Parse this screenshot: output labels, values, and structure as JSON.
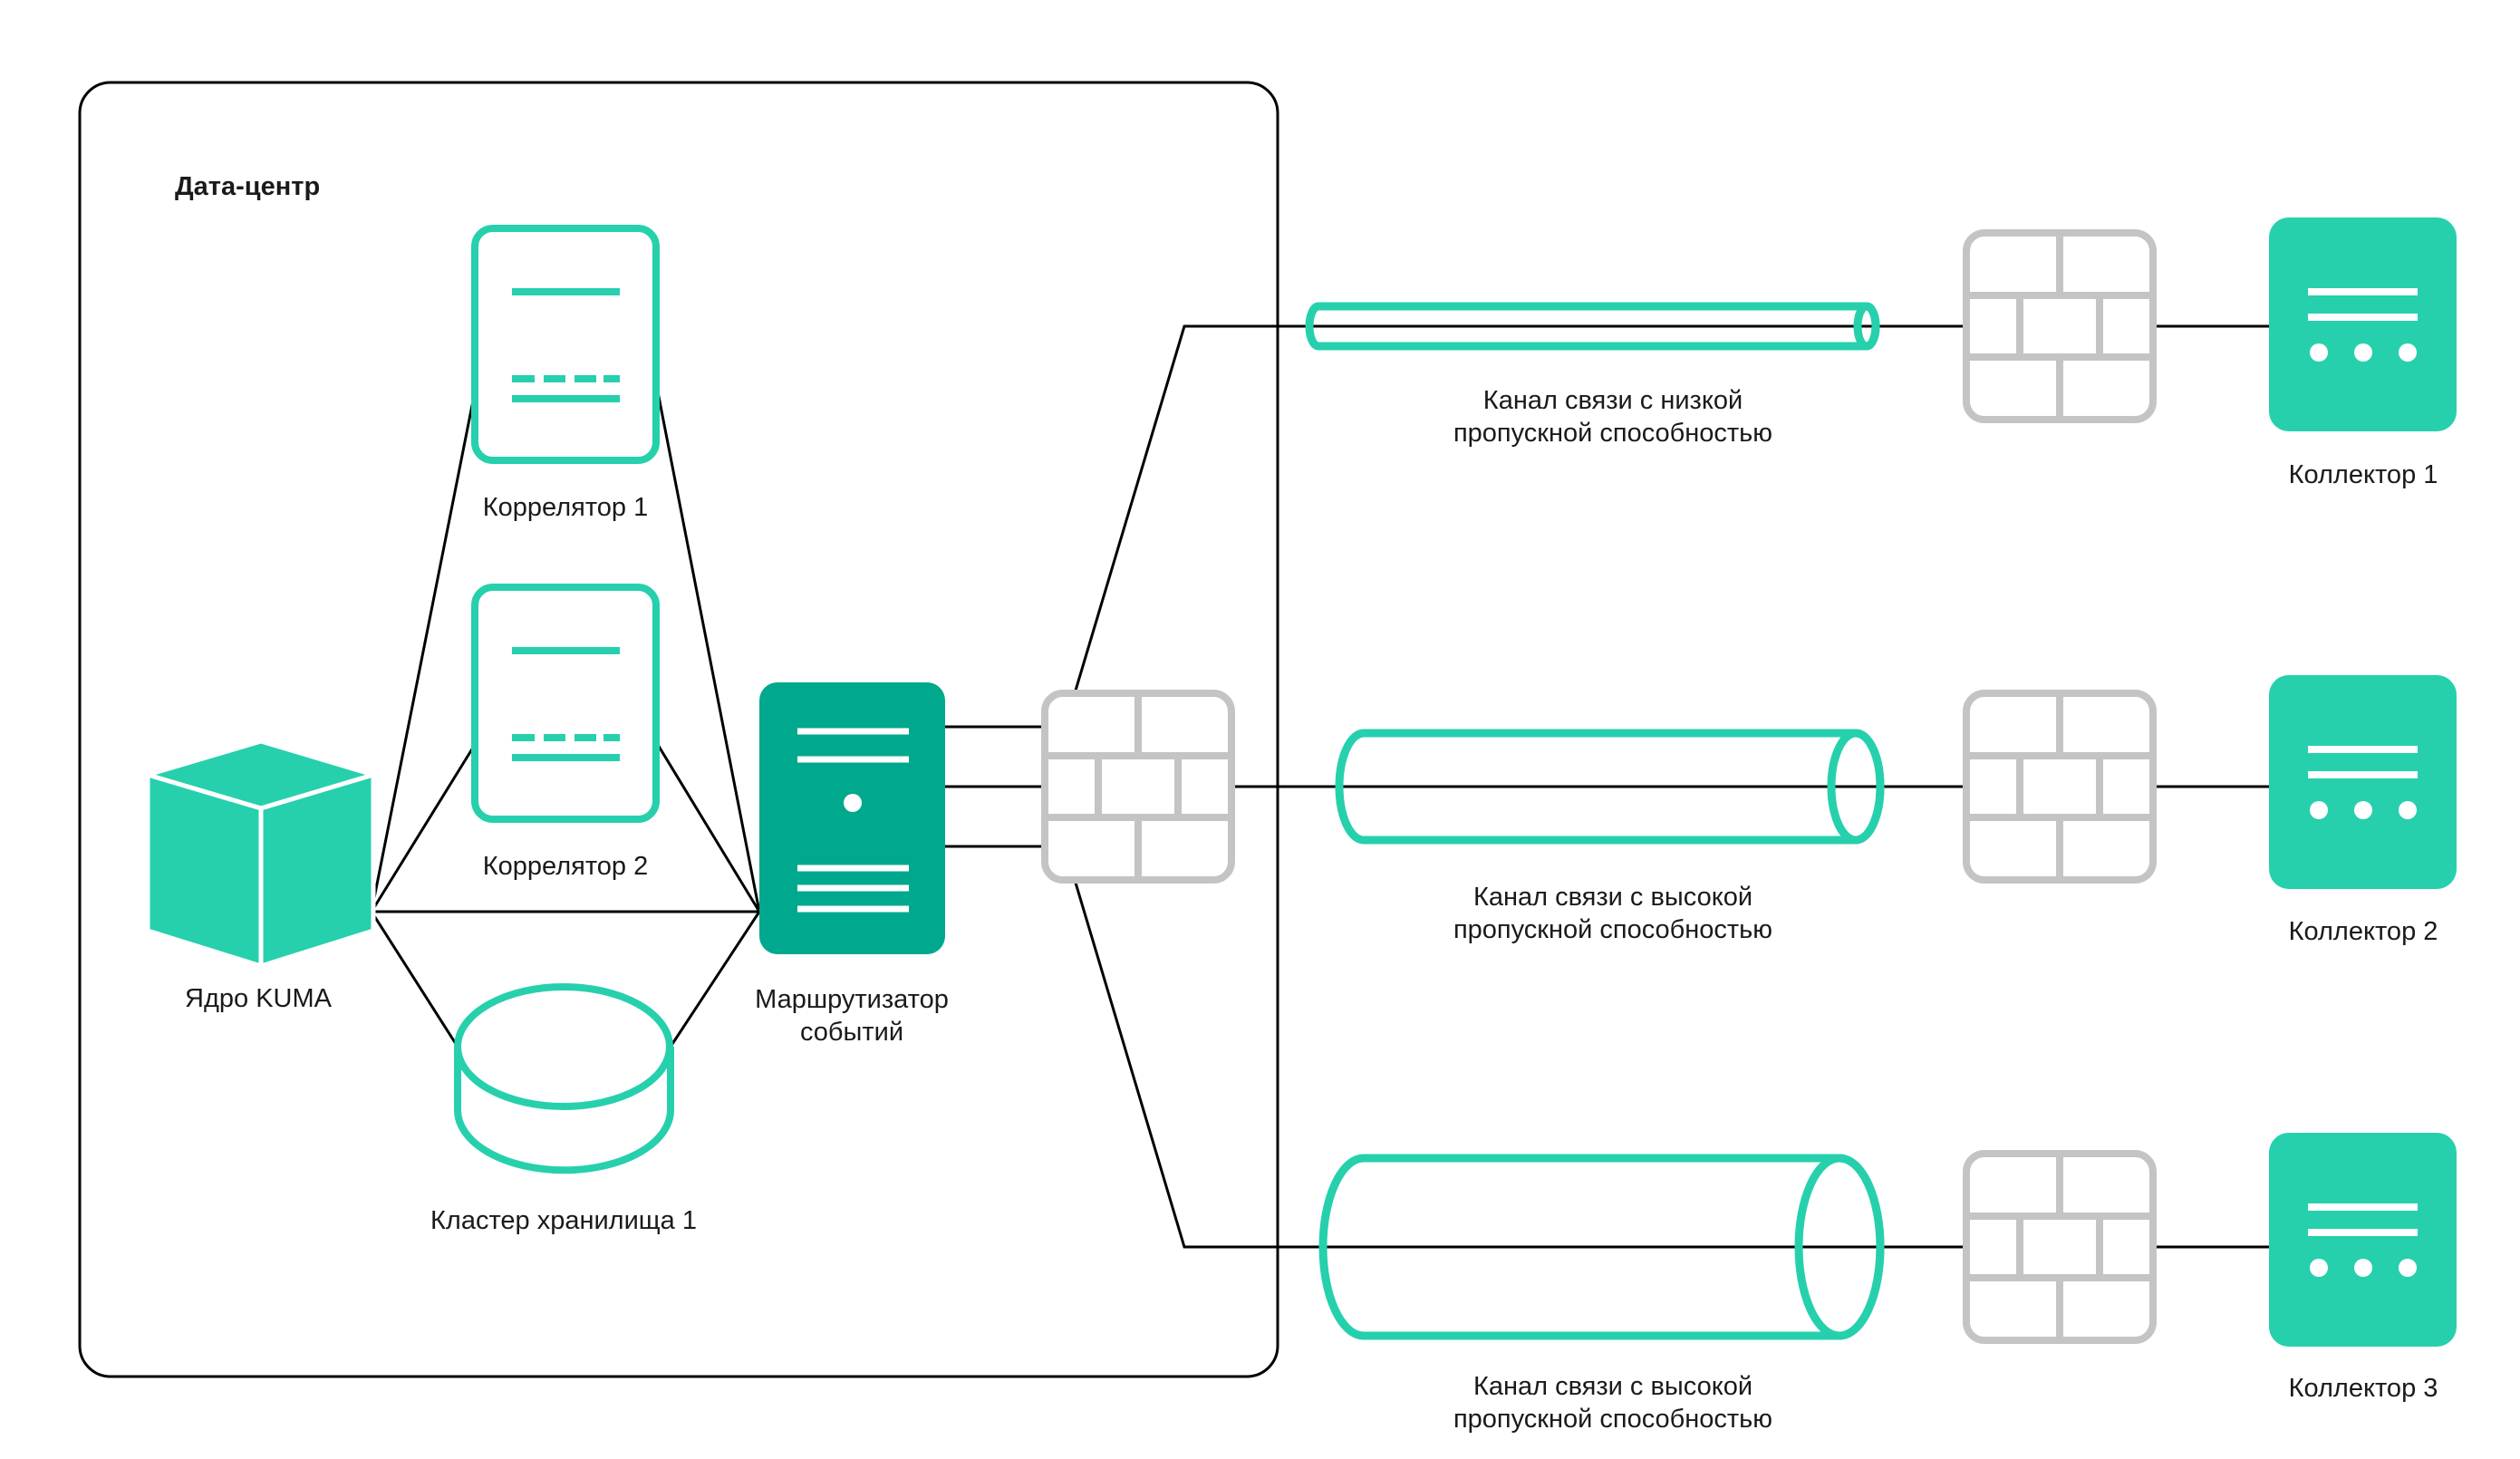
{
  "datacenter": {
    "title": "Дата-центр"
  },
  "nodes": {
    "core": "Ядро KUMA",
    "correlator1": "Коррелятор 1",
    "correlator2": "Коррелятор 2",
    "storage": "Кластер хранилища 1",
    "router_line1": "Маршрутизатор",
    "router_line2": "событий",
    "collector1": "Коллектор 1",
    "collector2": "Коллектор 2",
    "collector3": "Коллектор 3"
  },
  "channels": [
    {
      "line1": "Канал связи с низкой",
      "line2": "пропускной способностью"
    },
    {
      "line1": "Канал связи с высокой",
      "line2": "пропускной способностью"
    },
    {
      "line1": "Канал связи с высокой",
      "line2": "пропускной способностью"
    }
  ],
  "colors": {
    "accent": "#26d0ad",
    "router": "#00a88e",
    "firewall": "#c4c4c4",
    "line": "#000000"
  },
  "icons": [
    "cube-icon",
    "server-icon",
    "database-icon",
    "router-icon",
    "firewall-icon",
    "pipe-icon",
    "collector-icon"
  ]
}
